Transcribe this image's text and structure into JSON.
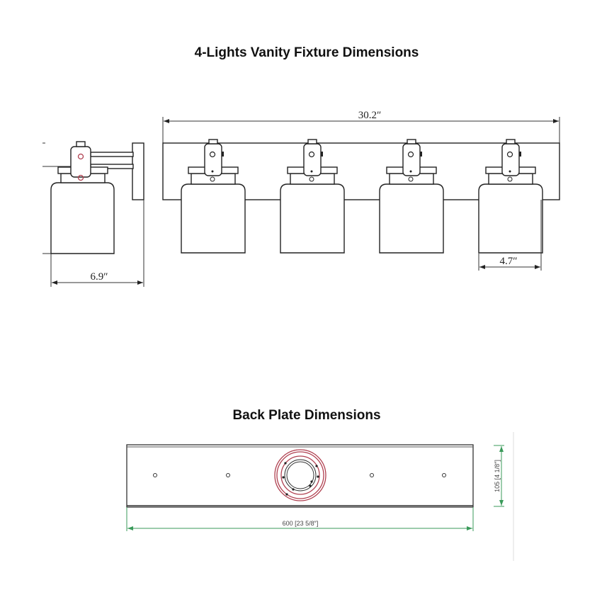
{
  "fixture": {
    "title": "4-Lights Vanity Fixture Dimensions",
    "width_label": "30.2″",
    "depth_label": "6.9″",
    "shade_width_label": "4.7″",
    "light_count": 4
  },
  "backplate": {
    "title": "Back Plate Dimensions",
    "width_label": "600 [23 5/8″]",
    "height_label": "105 [4 1/8″]",
    "mount_hole_count": 4
  },
  "colors": {
    "line": "#222222",
    "red": "#b04050",
    "green": "#3a9a5a"
  }
}
